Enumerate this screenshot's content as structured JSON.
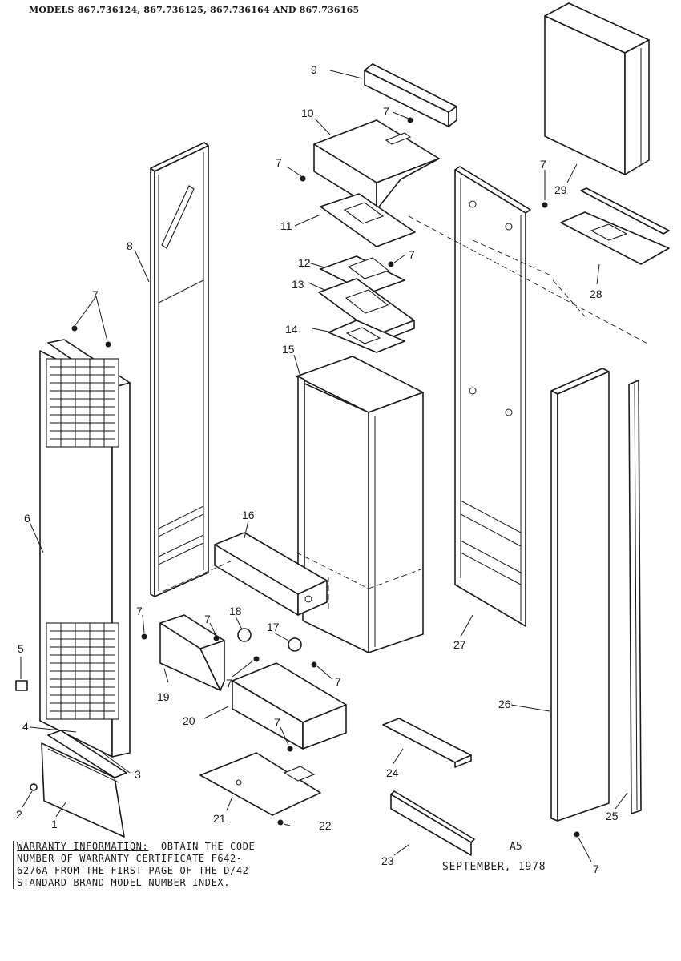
{
  "header": {
    "models": "MODELS 867.736124, 867.736125, 867.736164 AND 867.736165"
  },
  "callouts": [
    "1",
    "2",
    "3",
    "4",
    "5",
    "6",
    "7",
    "8",
    "9",
    "10",
    "11",
    "12",
    "13",
    "14",
    "15",
    "16",
    "17",
    "18",
    "19",
    "20",
    "21",
    "22",
    "23",
    "24",
    "25",
    "26",
    "27",
    "28",
    "29"
  ],
  "warranty": {
    "title": "WARRANTY INFORMATION:",
    "line1_rest": "OBTAIN THE CODE",
    "line2": "NUMBER OF WARRANTY CERTIFICATE F642-",
    "line3": "6276A FROM THE FIRST PAGE OF THE D/42",
    "line4": "STANDARD BRAND MODEL NUMBER INDEX."
  },
  "page_id": "A5",
  "date": "SEPTEMBER, 1978"
}
